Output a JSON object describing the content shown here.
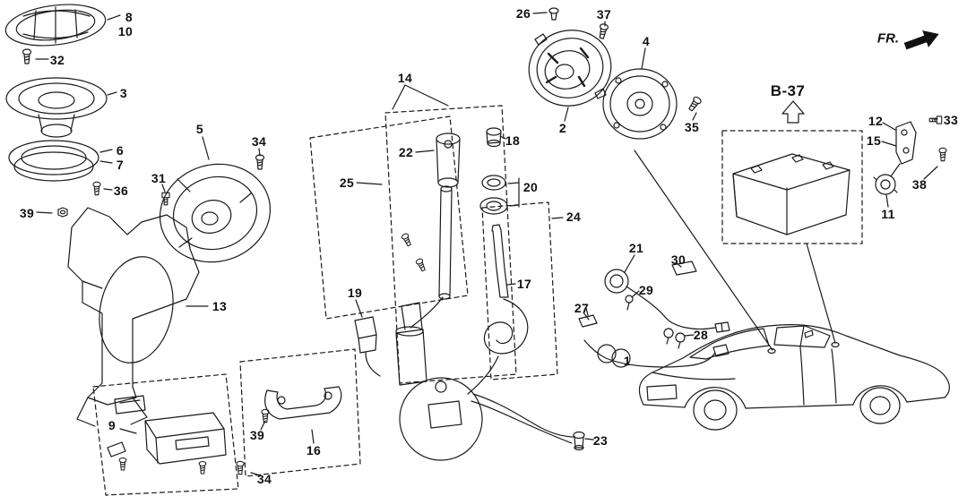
{
  "diagram": {
    "background": "#ffffff",
    "line_color": "#1a1a1a",
    "fr_label": "FR.",
    "callouts": [
      {
        "label": "8"
      },
      {
        "label": "10"
      },
      {
        "label": "32"
      },
      {
        "label": "3"
      },
      {
        "label": "6"
      },
      {
        "label": "7"
      },
      {
        "label": "36"
      },
      {
        "label": "39"
      },
      {
        "label": "5"
      },
      {
        "label": "34"
      },
      {
        "label": "31"
      },
      {
        "label": "13"
      },
      {
        "label": "9"
      },
      {
        "label": "14"
      },
      {
        "label": "22"
      },
      {
        "label": "25"
      },
      {
        "label": "18"
      },
      {
        "label": "20"
      },
      {
        "label": "24"
      },
      {
        "label": "17"
      },
      {
        "label": "19"
      },
      {
        "label": "16"
      },
      {
        "label": "39"
      },
      {
        "label": "34"
      },
      {
        "label": "2"
      },
      {
        "label": "26"
      },
      {
        "label": "37"
      },
      {
        "label": "4"
      },
      {
        "label": "35"
      },
      {
        "label": "B-37"
      },
      {
        "label": "12"
      },
      {
        "label": "15"
      },
      {
        "label": "33"
      },
      {
        "label": "38"
      },
      {
        "label": "11"
      },
      {
        "label": "21"
      },
      {
        "label": "29"
      },
      {
        "label": "27"
      },
      {
        "label": "28"
      },
      {
        "label": "30"
      },
      {
        "label": "1"
      },
      {
        "label": "23"
      }
    ]
  }
}
